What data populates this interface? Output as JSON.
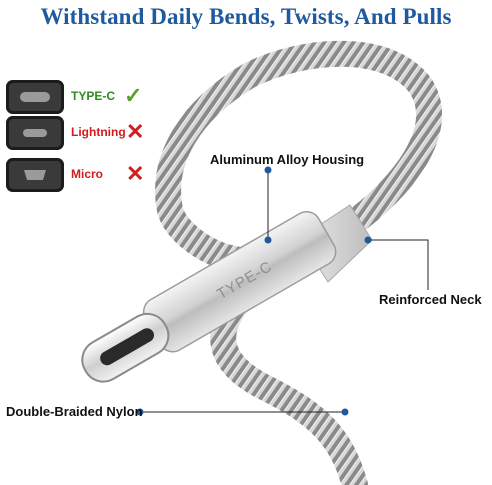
{
  "headline": "Withstand Daily Bends, Twists, And Pulls",
  "compatibility": [
    {
      "label": "TYPE-C",
      "status": "check",
      "label_color": "#2e8b1f",
      "mark": "✓",
      "mark_color": "#5aa02c"
    },
    {
      "label": "Lightning",
      "status": "cross",
      "label_color": "#d11d1d",
      "mark": "✕",
      "mark_color": "#d11d1d"
    },
    {
      "label": "Micro",
      "status": "cross",
      "label_color": "#d11d1d",
      "mark": "✕",
      "mark_color": "#d11d1d"
    }
  ],
  "connector_engraving": "TYPE-C",
  "callouts": {
    "housing": "Aluminum Alloy Housing",
    "neck": "Reinforced Neck",
    "nylon": "Double-Braided Nylon"
  },
  "colors": {
    "headline": "#1f5a9e",
    "callout_dot": "#1f5a9e",
    "cable_silver": "#c9c9c9",
    "cable_dark": "#6b6b6b"
  }
}
